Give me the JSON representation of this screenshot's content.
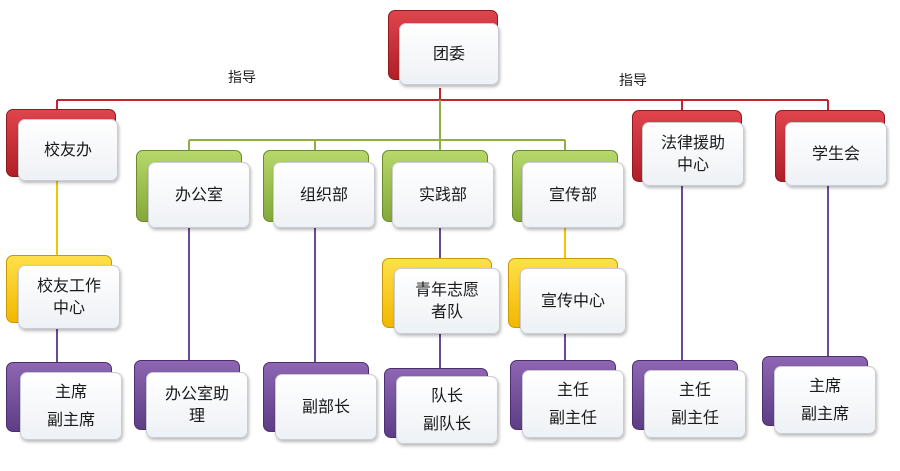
{
  "guide_label": "指导",
  "colors": {
    "red": "#c0262e",
    "green": "#8fb040",
    "yellow": "#f5c400",
    "purple": "#6b4a94"
  },
  "nodes": {
    "root": "团委",
    "xiaoyouban": "校友办",
    "bangongshi": "办公室",
    "zuzhibu": "组织部",
    "shijianbu": "实践部",
    "xuanchuanbu": "宣传部",
    "falv": "法律援助\n中心",
    "xueshenghui": "学生会",
    "xiaoyou_center": "校友工作\n中心",
    "qingnian": "青年志愿\n者队",
    "xuanchuan_center": "宣传中心",
    "xiaoyou_leaders": "主席\n副主席",
    "bangong_leaders": "办公室助\n理",
    "zuzhi_leaders": "副部长",
    "shijian_leaders": "队长\n副队长",
    "xuanchuan_leaders": "主任\n副主任",
    "falv_leaders": "主任\n副主任",
    "xueshenghui_leaders": "主席\n副主席"
  }
}
